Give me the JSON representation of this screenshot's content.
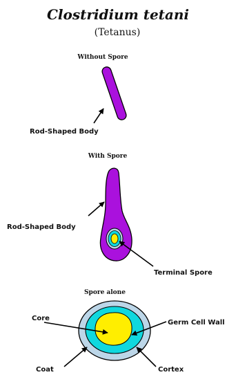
{
  "title": "Clostridium tetani",
  "subtitle": "(Tetanus)",
  "sections": {
    "without_spore": "Without Spore",
    "with_spore": "With Spore",
    "spore_alone": "Spore alone"
  },
  "labels": {
    "rod_body_1": "Rod-Shaped Body",
    "rod_body_2": "Rod-Shaped Body",
    "terminal_spore": "Terminal Spore",
    "core": "Core",
    "germ_cell_wall": "Germ Cell Wall",
    "coat": "Coat",
    "cortex": "Cortex"
  },
  "colors": {
    "bacterium": "#aa11dd",
    "coat": "#bcd6e8",
    "cortex": "#10d8de",
    "core": "#ffee00",
    "outline": "#000000"
  }
}
